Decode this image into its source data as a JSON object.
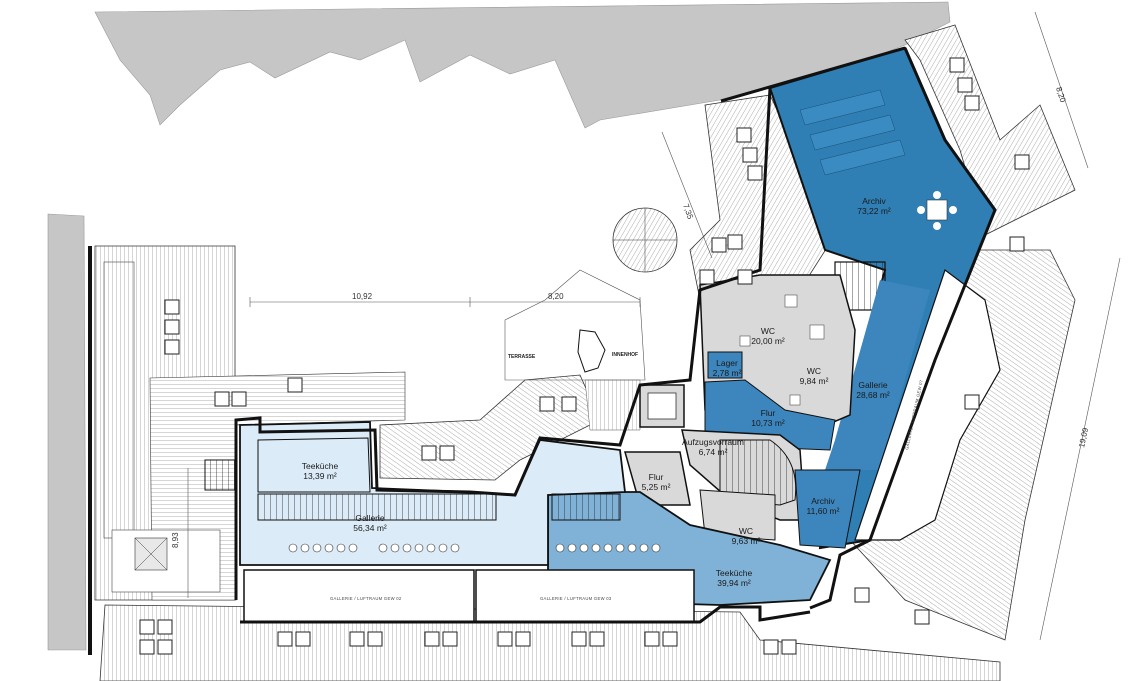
{
  "colors": {
    "archive_blue": "#2f7fb5",
    "gallery_mid_blue": "#3c86bd",
    "kitchen_blue": "#7fb2d6",
    "gallery_light_blue": "#dcebf8",
    "neighbor_gray": "#c6c6c6",
    "service_gray": "#d9d9d9",
    "wall": "#111111"
  },
  "rooms": [
    {
      "name": "Archiv",
      "area": "73,22 m²"
    },
    {
      "name": "WC",
      "area": "20,00 m²"
    },
    {
      "name": "WC",
      "area": "9,84 m²"
    },
    {
      "name": "Lager",
      "area": "2,78 m²"
    },
    {
      "name": "Gallerie",
      "area": "28,68 m²"
    },
    {
      "name": "Flur",
      "area": "10,73 m²"
    },
    {
      "name": "Aufzugsvorraum",
      "area": "6,74 m²"
    },
    {
      "name": "Flur",
      "area": "5,25 m²"
    },
    {
      "name": "Archiv",
      "area": "11,60 m²"
    },
    {
      "name": "WC",
      "area": "9,63 m²"
    },
    {
      "name": "Teeküche",
      "area": "13,39 m²"
    },
    {
      "name": "Gallerie",
      "area": "56,34 m²"
    },
    {
      "name": "Teeküche",
      "area": "39,94 m²"
    }
  ],
  "dimensions": {
    "d1": "10,92",
    "d2": "8,20",
    "d3": "7,35",
    "d4": "8,20",
    "d5": "19,09",
    "d6": "8,93"
  },
  "labels": {
    "terrace": "TERRASSE",
    "courtyard": "INNENHOF",
    "void1": "GALLERIE / LUFTRAUM GEW 02",
    "void2": "GALLERIE / LUFTRAUM GEW 03",
    "void3": "GALLERIE / LUFTRAUM GEW 07"
  }
}
